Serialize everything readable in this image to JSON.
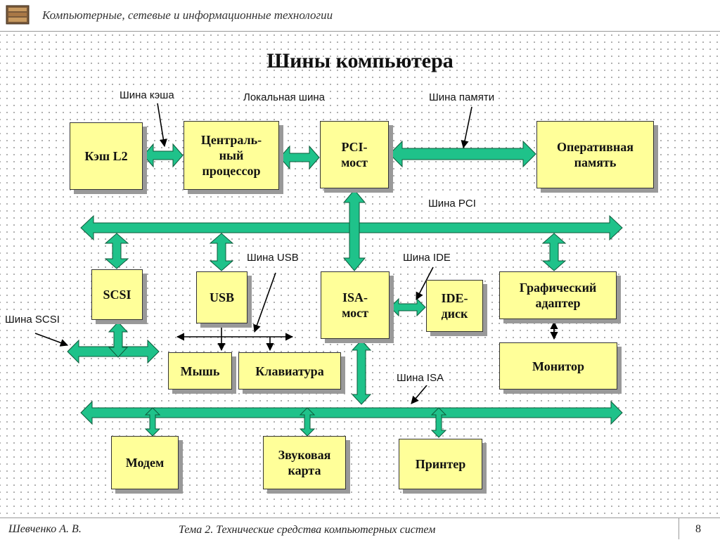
{
  "header": {
    "title": "Компьютерные, сетевые и информационные технологии",
    "logo_icon": "book-stack-logo"
  },
  "slide_title": "Шины компьютера",
  "boxes": {
    "cache": "Кэш L2",
    "cpu": "Централь-\nный\nпроцессор",
    "pci_bridge": "PCI-\nмост",
    "ram": "Оперативная\nпамять",
    "scsi": "SCSI",
    "usb": "USB",
    "isa_bridge": "ISA-\nмост",
    "ide_disk": "IDE-\nдиск",
    "graphics": "Графический\nадаптер",
    "mouse": "Мышь",
    "keyboard": "Клавиатура",
    "monitor": "Монитор",
    "modem": "Модем",
    "sound": "Звуковая\nкарта",
    "printer": "Принтер"
  },
  "labels": {
    "cache_bus": "Шина кэша",
    "local_bus": "Локальная шина",
    "memory_bus": "Шина памяти",
    "pci_bus": "Шина PCI",
    "usb_bus": "Шина USB",
    "ide_bus": "Шина IDE",
    "scsi_bus": "Шина SCSI",
    "isa_bus": "Шина ISA"
  },
  "colors": {
    "bus": "#1fc28a",
    "bus_stroke": "#0d5a3a",
    "box_fill": "#ffff99",
    "shadow": "#999999"
  },
  "footer": {
    "author": "Шевченко А. В.",
    "topic": "Тема 2. Технические средства компьютерных систем",
    "page": "8"
  }
}
